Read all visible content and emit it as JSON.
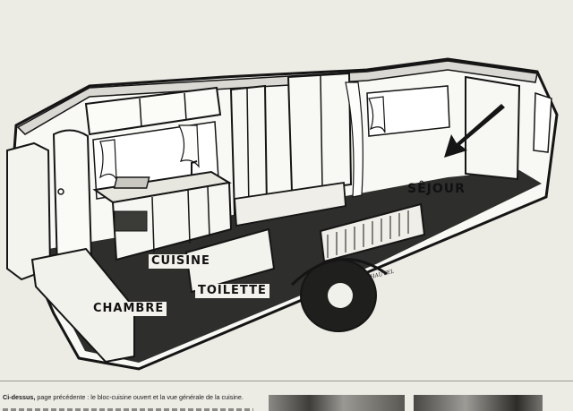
{
  "labels": {
    "sejour": "SÊJOUR",
    "cuisine": "CUISINE",
    "toilette": "TOILETTE",
    "chambre": "CHAMBRE"
  },
  "signature": "P.CHAUVEL",
  "caption": {
    "lead": "Ci-dessus,",
    "text": "page précédente : le bloc-cuisine ouvert et la vue générale de la cuisine."
  },
  "colors": {
    "paper": "#ecebe4",
    "ink": "#151515",
    "floor": "#2e2e2c"
  }
}
